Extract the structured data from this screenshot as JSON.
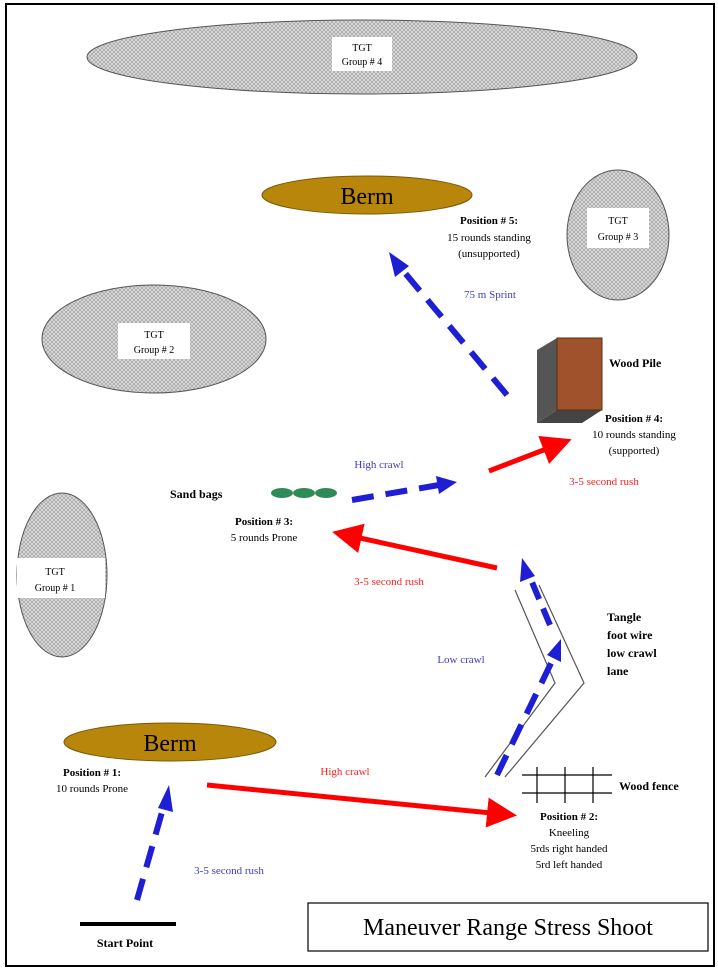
{
  "title": "Maneuver Range Stress Shoot",
  "colors": {
    "berm_fill": "#b8860b",
    "red_arrow": "#ff0000",
    "blue_arrow": "#1e1ed2",
    "blue_text": "#3c3cc8",
    "red_text": "#ff2020",
    "wood_front": "#a0522d",
    "wood_side": "#555555",
    "sandbag": "#2e8b57",
    "target_fill": "#d9d9d9"
  },
  "targets": {
    "group4": {
      "line1": "TGT",
      "line2": "Group # 4"
    },
    "group3": {
      "line1": "TGT",
      "line2": "Group # 3"
    },
    "group2": {
      "line1": "TGT",
      "line2": "Group # 2"
    },
    "group1": {
      "line1": "TGT",
      "line2": "Group # 1"
    }
  },
  "berms": {
    "top": "Berm",
    "bottom": "Berm"
  },
  "positions": {
    "p1": {
      "title": "Position # 1:",
      "lines": [
        "10 rounds Prone"
      ]
    },
    "p2": {
      "title": "Position # 2:",
      "lines": [
        "Kneeling",
        "5rds right handed",
        "5rd left handed"
      ]
    },
    "p3": {
      "title": "Position # 3:",
      "lines": [
        "5 rounds Prone"
      ]
    },
    "p4": {
      "title": "Position # 4:",
      "lines": [
        "10 rounds standing",
        "(supported)"
      ]
    },
    "p5": {
      "title": "Position # 5:",
      "lines": [
        "15 rounds standing",
        "(unsupported)"
      ]
    }
  },
  "labels": {
    "start_point": "Start Point",
    "wood_fence": "Wood fence",
    "wood_pile": "Wood Pile",
    "sand_bags": "Sand bags",
    "tangle_line1": "Tangle",
    "tangle_line2": "foot wire",
    "tangle_line3": "low crawl",
    "tangle_line4": "lane"
  },
  "moves": {
    "start_to_p1": "3-5 second rush",
    "p1_to_p2": "High crawl",
    "low_crawl": "Low crawl",
    "to_p3": "3-5 second rush",
    "p3_to_p4_crawl": "High crawl",
    "to_p4_rush": "3-5 second rush",
    "sprint": "75 m Sprint"
  }
}
